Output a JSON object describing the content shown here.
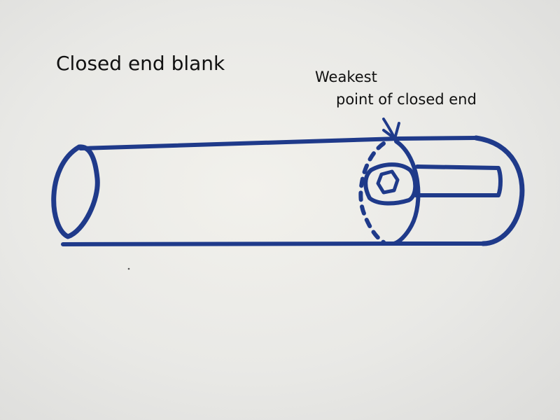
{
  "title": "Closed end blank",
  "callout": {
    "line1": "Weakest",
    "line2": "point of closed end"
  },
  "colors": {
    "ink": "#1f3a8a",
    "paper": "#ecebe7",
    "text": "#111111"
  }
}
